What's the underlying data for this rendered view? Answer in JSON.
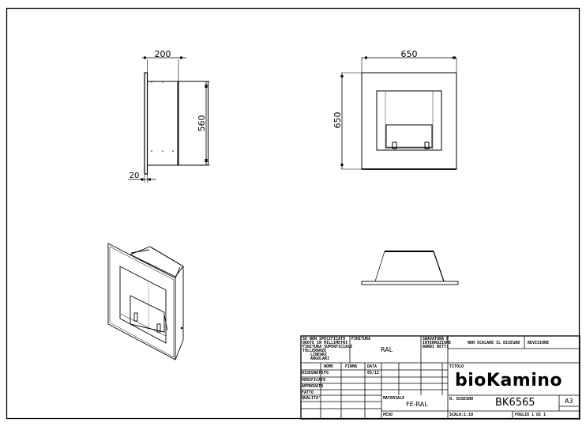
{
  "drawing": {
    "side_view": {
      "dimensions": {
        "depth": "200",
        "height": "560",
        "frame_thickness": "20"
      }
    },
    "front_view": {
      "dimensions": {
        "width": "650",
        "height": "650"
      }
    }
  },
  "title_block": {
    "tolerance_note": [
      "SE NON SPECIFICATO",
      "QUOTE IN MILLIMETRI",
      "FINITURA SUPERFICIALE",
      "TOLLERANZE",
      "LINEARI",
      "ANGOLARI"
    ],
    "finish_label": "FINITURA",
    "finish_value": "RAL",
    "deburr_note": [
      "SBAVATURA E",
      "INTERRUZIONE",
      "BORDI NETTI"
    ],
    "no_scale_label": "NON SCALARE IL DISEGNO",
    "revision_label": "REVISIONE",
    "table_headers": [
      "NOME",
      "FIRMA",
      "DATA"
    ],
    "rows": [
      {
        "label": "DISEGNATO",
        "name": "FG",
        "date": "05/12"
      },
      {
        "label": "VERIFICATO",
        "name": "",
        "date": ""
      },
      {
        "label": "APPROVATO",
        "name": "",
        "date": ""
      },
      {
        "label": "FATTO",
        "name": "",
        "date": ""
      },
      {
        "label": "QUALITA'",
        "name": "",
        "date": ""
      }
    ],
    "material_label": "MATERIALE",
    "material_value": "FE-RAL",
    "weight_label": "PESO",
    "title_label": "TITOLO",
    "title_value": "bioKamino",
    "drawing_number_label": "N. DISEGNO",
    "drawing_number": "BK6565",
    "sheet_size": "A3",
    "scale_label": "SCALA:1:10",
    "sheet_label": "FOGLIO 1 DI 1"
  }
}
